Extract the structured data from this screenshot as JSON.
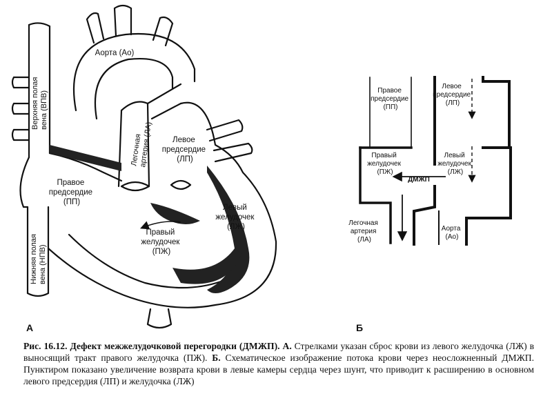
{
  "panel_a": {
    "letter": "А",
    "labels": {
      "aorta": "Аорта (Ао)",
      "svc": [
        "Верхняя полая",
        "вена (ВПВ)"
      ],
      "ivc": [
        "Нижняя полая",
        "вена (НПВ)"
      ],
      "pulm_artery": [
        "Легочная",
        "артерия (ЛА)"
      ],
      "left_atrium": [
        "Левое",
        "предсердие",
        "(ЛП)"
      ],
      "right_atrium": [
        "Правое",
        "предсердие",
        "(ПП)"
      ],
      "left_ventricle": [
        "Левый",
        "желудочек",
        "(ЛЖ)"
      ],
      "right_ventricle": [
        "Правый",
        "желудочек",
        "(ПЖ)"
      ]
    }
  },
  "panel_b": {
    "letter": "Б",
    "labels": {
      "right_atrium": [
        "Правое",
        "предсердие",
        "(ПП)"
      ],
      "left_atrium": [
        "Левое",
        "предсердие",
        "(ЛП)"
      ],
      "right_ventricle": [
        "Правый",
        "желудочек",
        "(ПЖ)"
      ],
      "left_ventricle": [
        "Левый",
        "желудочек",
        "(ЛЖ)"
      ],
      "vsd": "ДМЖП",
      "pulm_artery": [
        "Легочная",
        "артерия",
        "(ЛА)"
      ],
      "aorta": [
        "Аорта",
        "(Ао)"
      ]
    }
  },
  "caption": {
    "fig_no": "Рис. 16.12.",
    "title": "Дефект межжелудочковой перегородки (ДМЖП).",
    "part_a_letter": "А.",
    "part_a_text": "Стрелками указан сброс крови из левого желудочка (ЛЖ) в выносящий тракт правого желудочка (ПЖ).",
    "part_b_letter": "Б.",
    "part_b_text": "Схематическое изображение потока крови через неосложненный ДМЖП. Пунктиром показано увеличение возврата крови в левые камеры сердца через шунт, что приводит к расширению в основном левого предсердия (ЛП) и желудочка (ЛЖ)"
  }
}
